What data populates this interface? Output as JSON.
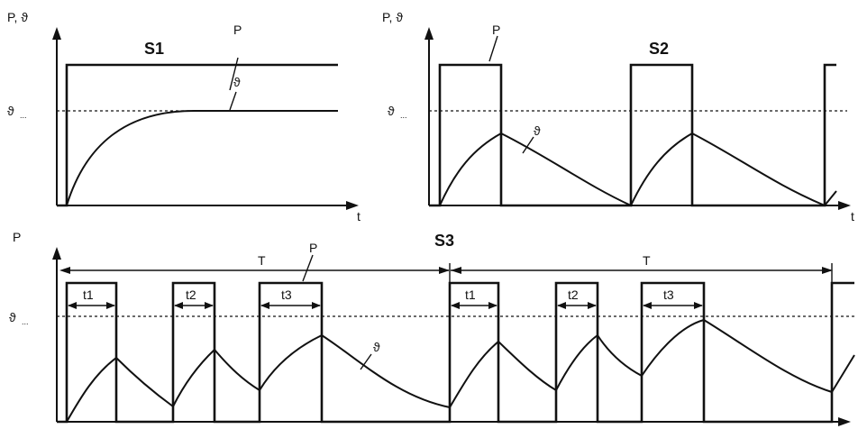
{
  "s1": {
    "title": "S1",
    "axis_y_label": "P, ϑ",
    "axis_x_label": "t",
    "limit_label": "ϑ",
    "limit_sub": "...",
    "power_label": "P",
    "temp_label": "ϑ"
  },
  "s2": {
    "title": "S2",
    "axis_y_label": "P, ϑ",
    "axis_x_label": "t",
    "limit_label": "ϑ",
    "limit_sub": "...",
    "power_label": "P",
    "temp_label": "ϑ"
  },
  "s3": {
    "title": "S3",
    "axis_y_label": "P",
    "limit_label": "ϑ",
    "limit_sub": "...",
    "power_label": "P",
    "temp_label": "ϑ",
    "period_label_1": "T",
    "period_label_2": "T",
    "t1_label_a": "t1",
    "t2_label_a": "t2",
    "t3_label_a": "t3",
    "t1_label_b": "t1",
    "t2_label_b": "t2",
    "t3_label_b": "t3"
  }
}
